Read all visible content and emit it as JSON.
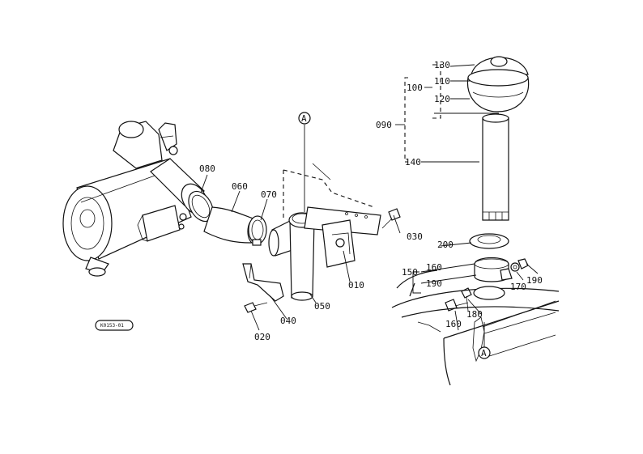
{
  "diagram": {
    "part_labels": {
      "p010": "010",
      "p020": "020",
      "p030": "030",
      "p040": "040",
      "p050": "050",
      "p060": "060",
      "p070": "070",
      "p080": "080",
      "p090": "090",
      "p100": "100",
      "p110": "110",
      "p120": "120",
      "p130": "130",
      "p140": "140",
      "p150": "150",
      "p160a": "160",
      "p160b": "160",
      "p170": "170",
      "p180": "180",
      "p190a": "190",
      "p190b": "190",
      "p200": "200"
    },
    "ref_markers": {
      "a_top": "A",
      "a_bottom": "A"
    },
    "drawing_code": "K0153-01"
  }
}
